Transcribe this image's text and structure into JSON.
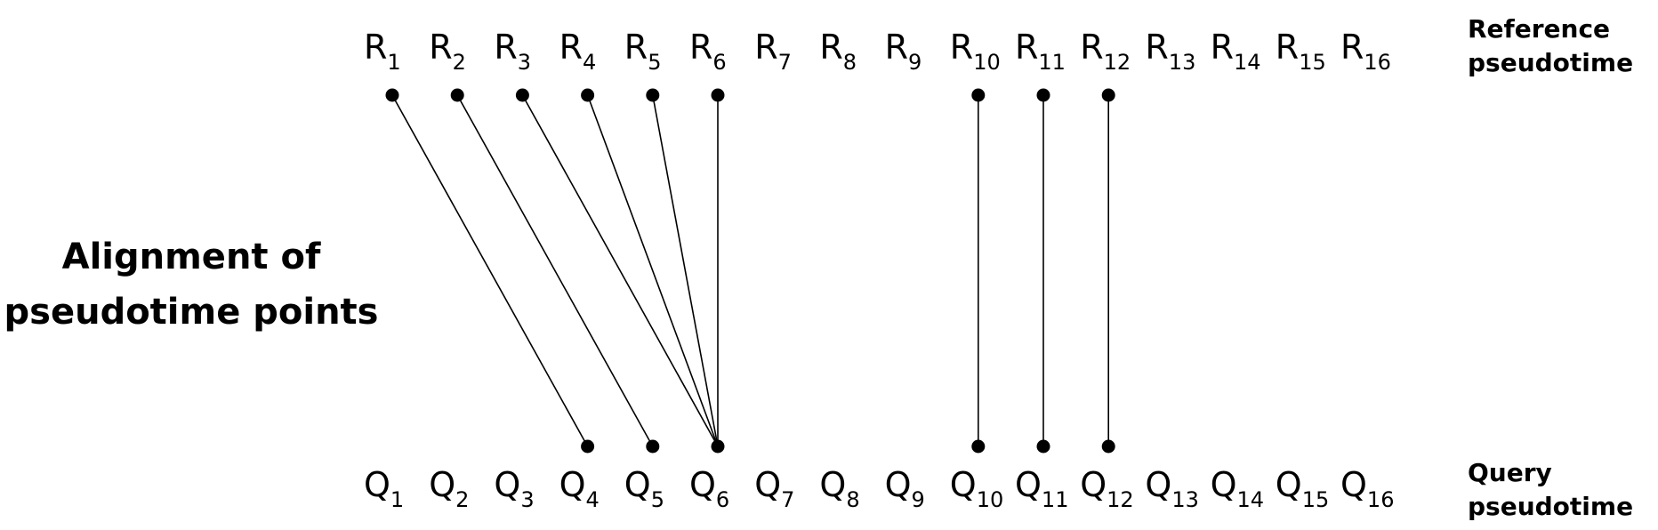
{
  "title": {
    "line1": "Alignment of",
    "line2": "pseudotime points"
  },
  "reference_label": {
    "line1": "Reference",
    "line2": "pseudotime"
  },
  "query_label": {
    "line1": "Query",
    "line2": "pseudotime"
  },
  "reference_points": [
    {
      "letter": "R",
      "index": "1"
    },
    {
      "letter": "R",
      "index": "2"
    },
    {
      "letter": "R",
      "index": "3"
    },
    {
      "letter": "R",
      "index": "4"
    },
    {
      "letter": "R",
      "index": "5"
    },
    {
      "letter": "R",
      "index": "6"
    },
    {
      "letter": "R",
      "index": "7"
    },
    {
      "letter": "R",
      "index": "8"
    },
    {
      "letter": "R",
      "index": "9"
    },
    {
      "letter": "R",
      "index": "10"
    },
    {
      "letter": "R",
      "index": "11"
    },
    {
      "letter": "R",
      "index": "12"
    },
    {
      "letter": "R",
      "index": "13"
    },
    {
      "letter": "R",
      "index": "14"
    },
    {
      "letter": "R",
      "index": "15"
    },
    {
      "letter": "R",
      "index": "16"
    }
  ],
  "query_points": [
    {
      "letter": "Q",
      "index": "1"
    },
    {
      "letter": "Q",
      "index": "2"
    },
    {
      "letter": "Q",
      "index": "3"
    },
    {
      "letter": "Q",
      "index": "4"
    },
    {
      "letter": "Q",
      "index": "5"
    },
    {
      "letter": "Q",
      "index": "6"
    },
    {
      "letter": "Q",
      "index": "7"
    },
    {
      "letter": "Q",
      "index": "8"
    },
    {
      "letter": "Q",
      "index": "9"
    },
    {
      "letter": "Q",
      "index": "10"
    },
    {
      "letter": "Q",
      "index": "11"
    },
    {
      "letter": "Q",
      "index": "12"
    },
    {
      "letter": "Q",
      "index": "13"
    },
    {
      "letter": "Q",
      "index": "14"
    },
    {
      "letter": "Q",
      "index": "15"
    },
    {
      "letter": "Q",
      "index": "16"
    }
  ],
  "alignments": [
    {
      "ref": 1,
      "query": 4
    },
    {
      "ref": 2,
      "query": 5
    },
    {
      "ref": 3,
      "query": 6
    },
    {
      "ref": 4,
      "query": 6
    },
    {
      "ref": 5,
      "query": 6
    },
    {
      "ref": 6,
      "query": 6
    },
    {
      "ref": 10,
      "query": 10
    },
    {
      "ref": 11,
      "query": 11
    },
    {
      "ref": 12,
      "query": 12
    }
  ]
}
